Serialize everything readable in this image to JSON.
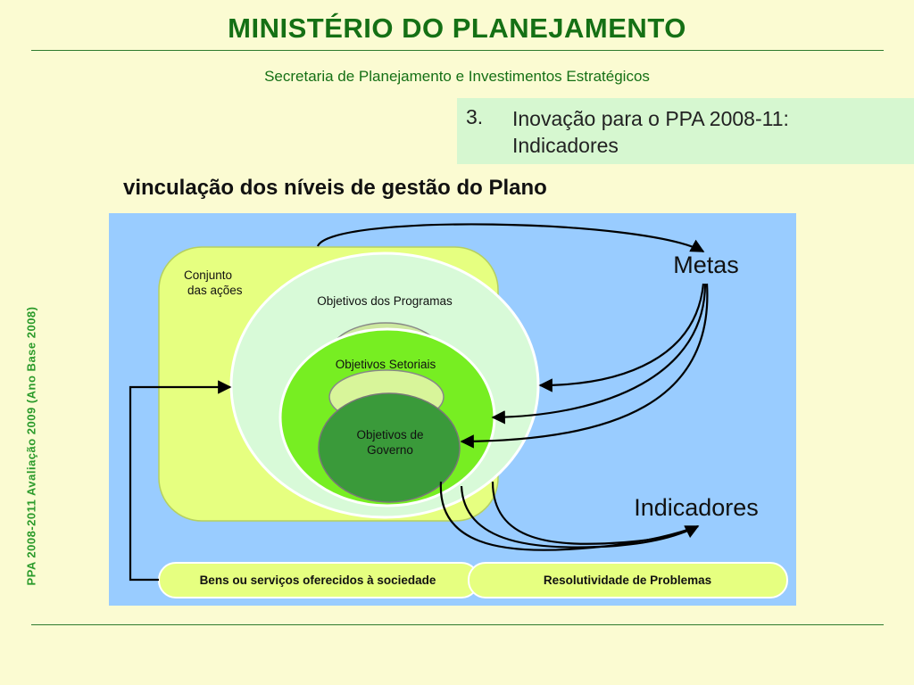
{
  "header": {
    "title": "MINISTÉRIO DO PLANEJAMENTO",
    "subtitle": "Secretaria de Planejamento e Investimentos Estratégicos"
  },
  "section": {
    "number": "3.",
    "line1": "Inovação para o PPA 2008-11:",
    "line2": "Indicadores"
  },
  "heading": "vinculação dos níveis de gestão do Plano",
  "side_label": "PPA 2008-2011 Avaliação 2009 (Ano Base 2008)",
  "diagram": {
    "conjunto_line1": "Conjunto",
    "conjunto_line2": "das ações",
    "objetivos_programas": "Objetivos dos Programas",
    "objetivos_setoriais": "Objetivos Setoriais",
    "objetivos_governo_line1": "Objetivos de",
    "objetivos_governo_line2": "Governo",
    "metas": "Metas",
    "indicadores": "Indicadores",
    "bens_servicos": "Bens ou serviços oferecidos à sociedade",
    "resolutividade": "Resolutividade de Problemas"
  },
  "colors": {
    "title_green": "#157015",
    "panel_blue": "#99ccff",
    "lime": "#e6ff80",
    "pale_green": "#d8fad8",
    "bright_green": "#77ee22",
    "dark_green": "#3a9a3a"
  }
}
